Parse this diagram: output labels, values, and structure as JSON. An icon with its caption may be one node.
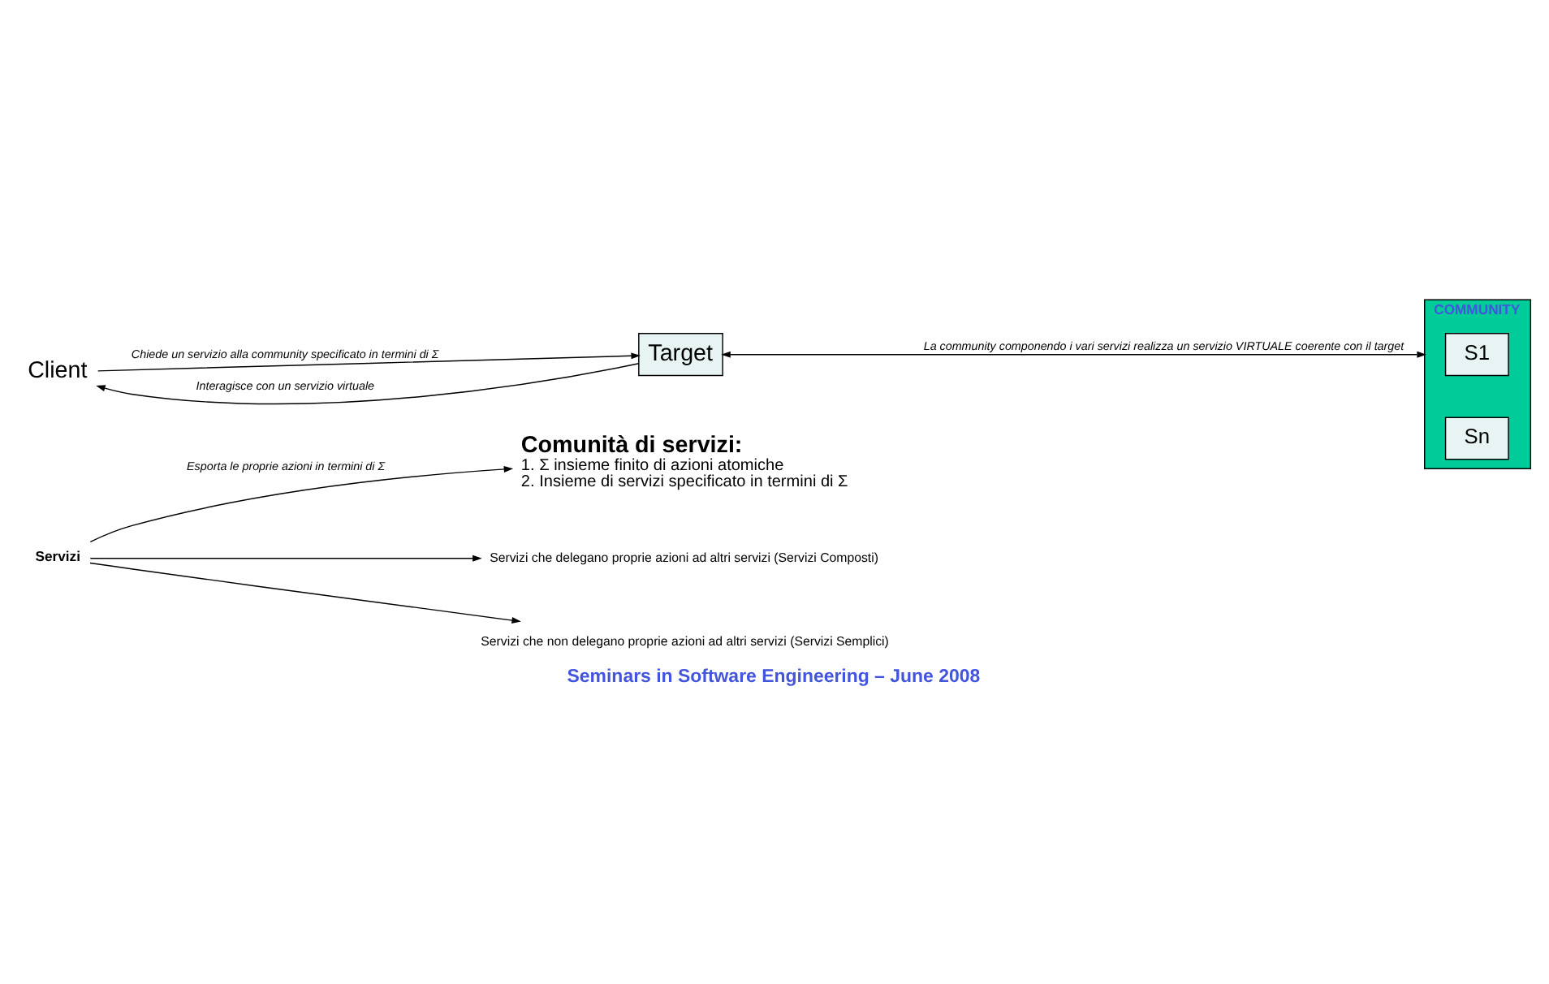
{
  "diagram": {
    "caption": "Seminars in Software Engineering – June 2008",
    "nodes": [
      {
        "text": [
          "Comunità di servizi:",
          "1. Σ insieme finito di azioni atomiche",
          "2. Insieme di servizi specificato in termini di Σ"
        ]
      },
      {
        "text": [
          "Servizi"
        ]
      },
      {
        "text": [
          "Servizi che delegano proprie azioni ad altri servizi (Servizi Composti)"
        ]
      },
      {
        "text": [
          "Servizi che non delegano proprie azioni ad altri servizi (Servizi Semplici)"
        ]
      },
      {
        "text": [
          "Client"
        ]
      },
      {
        "text": [
          "Target"
        ]
      },
      {
        "text": [
          "COMMUNITY"
        ]
      },
      {
        "text": [
          "S1"
        ],
        "in": 6
      },
      {
        "text": [
          "Sn"
        ],
        "in": 6
      }
    ],
    "edges": [
      {
        "from": 1,
        "to": 0,
        "arrow": "to",
        "label": "Esporta le proprie azioni in termini di Σ"
      },
      {
        "from": 1,
        "to": 2,
        "arrow": "to"
      },
      {
        "from": 1,
        "to": 3,
        "arrow": "to"
      },
      {
        "from": 4,
        "to": 5,
        "arrow": "to",
        "label": "Chiede un servizio alla community specificato in termini di Σ"
      },
      {
        "from": 5,
        "to": 6,
        "arrow": "both",
        "label": "La community componendo i vari servizi realizza un servizio VIRTUALE coerente con il target"
      },
      {
        "from": 5,
        "to": 4,
        "arrow": "to",
        "label": "Interagisce con un servizio virtuale"
      }
    ]
  }
}
